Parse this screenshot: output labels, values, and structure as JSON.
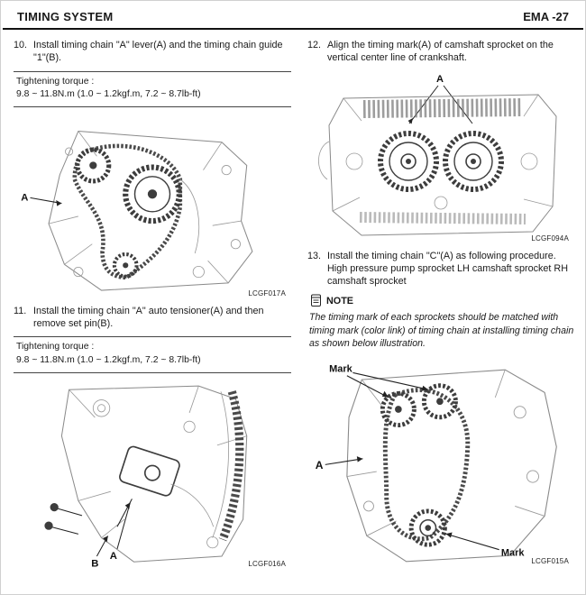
{
  "header": {
    "title": "TIMING SYSTEM",
    "page_number": "EMA -27"
  },
  "left_column": {
    "step10": {
      "number": "10.",
      "text": "Install timing chain \"A\" lever(A) and the timing chain guide \"1\"(B)."
    },
    "torque_box_1": {
      "label": "Tightening torque :",
      "value": "9.8 ~ 11.8N.m (1.0 ~ 1.2kgf.m, 7.2 ~ 8.7lb-ft)"
    },
    "figure_1": {
      "caption": "LCGF017A",
      "label_a": "A"
    },
    "step11": {
      "number": "11.",
      "text": "Install the timing chain \"A\" auto tensioner(A) and then remove set pin(B)."
    },
    "torque_box_2": {
      "label": "Tightening torque :",
      "value": "9.8 ~ 11.8N.m (1.0 ~ 1.2kgf.m, 7.2 ~ 8.7lb-ft)"
    },
    "figure_2": {
      "caption": "LCGF016A",
      "label_a": "A",
      "label_b": "B"
    }
  },
  "right_column": {
    "step12": {
      "number": "12.",
      "text": "Align the timing mark(A) of camshaft sprocket on the vertical center line of crankshaft."
    },
    "figure_3": {
      "caption": "LCGF094A",
      "label_a": "A"
    },
    "step13": {
      "number": "13.",
      "text": "Install the timing chain \"C\"(A) as following procedure. High pressure pump sprocket LH camshaft sprocket RH camshaft sprocket"
    },
    "note": {
      "title": "NOTE",
      "text": "The timing mark of each sprockets should be matched with timing mark (color link) of timing chain at installing timing chain as shown below illustration."
    },
    "figure_4": {
      "caption": "LCGF015A",
      "label_mark_top": "Mark",
      "label_a": "A",
      "label_mark_bottom": "Mark"
    }
  }
}
